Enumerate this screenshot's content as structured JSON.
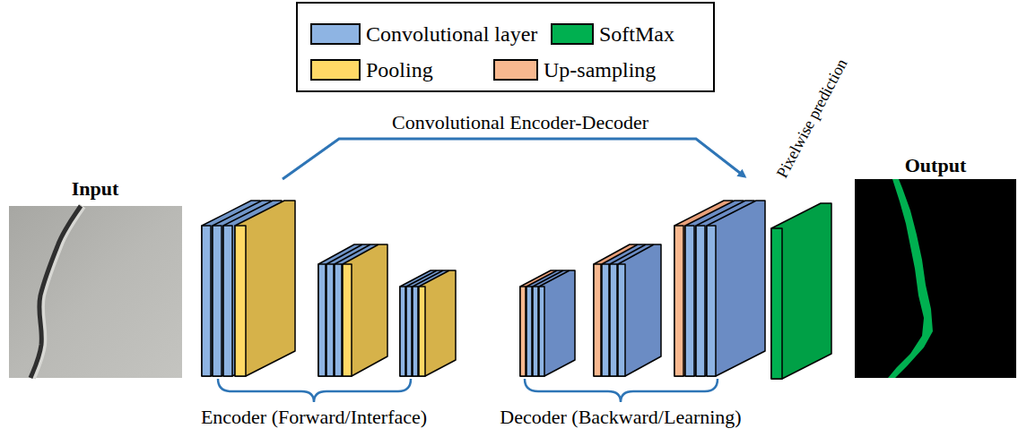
{
  "diagram": {
    "labels": [
      "Input",
      "Convolutional Encoder-Decoder",
      "Pixelwise prediction",
      "Output",
      "Encoder (Forward/Interface)",
      "Decoder (Backward/Learning)"
    ],
    "legend": [
      {
        "text": "Convolutional layer",
        "color": "#8eb4e3"
      },
      {
        "text": "SoftMax",
        "color": "#00b050"
      },
      {
        "text": "Pooling",
        "color": "#ffd966"
      },
      {
        "text": "Up-sampling",
        "color": "#f8b88f"
      }
    ]
  }
}
